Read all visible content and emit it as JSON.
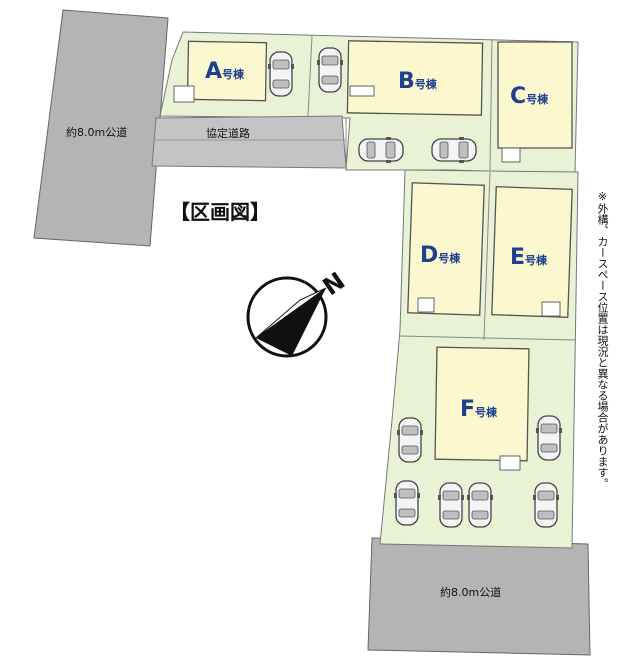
{
  "title": "【区画図】",
  "roads": {
    "west_road": "約8.0m公道",
    "south_road": "約8.0m公道",
    "private_road": "協定道路"
  },
  "units": [
    {
      "letter": "A",
      "suffix": "号棟"
    },
    {
      "letter": "B",
      "suffix": "号棟"
    },
    {
      "letter": "C",
      "suffix": "号棟"
    },
    {
      "letter": "D",
      "suffix": "号棟"
    },
    {
      "letter": "E",
      "suffix": "号棟"
    },
    {
      "letter": "F",
      "suffix": "号棟"
    }
  ],
  "compass": {
    "north_label": "N"
  },
  "note": "※外構、カースペース位置は現況と異なる場合があります。",
  "colors": {
    "lot_fill": "#eaf2d6",
    "building_fill": "#fbf7cf",
    "road_fill": "#b4b4b4",
    "label_color": "#1f3f8f"
  }
}
